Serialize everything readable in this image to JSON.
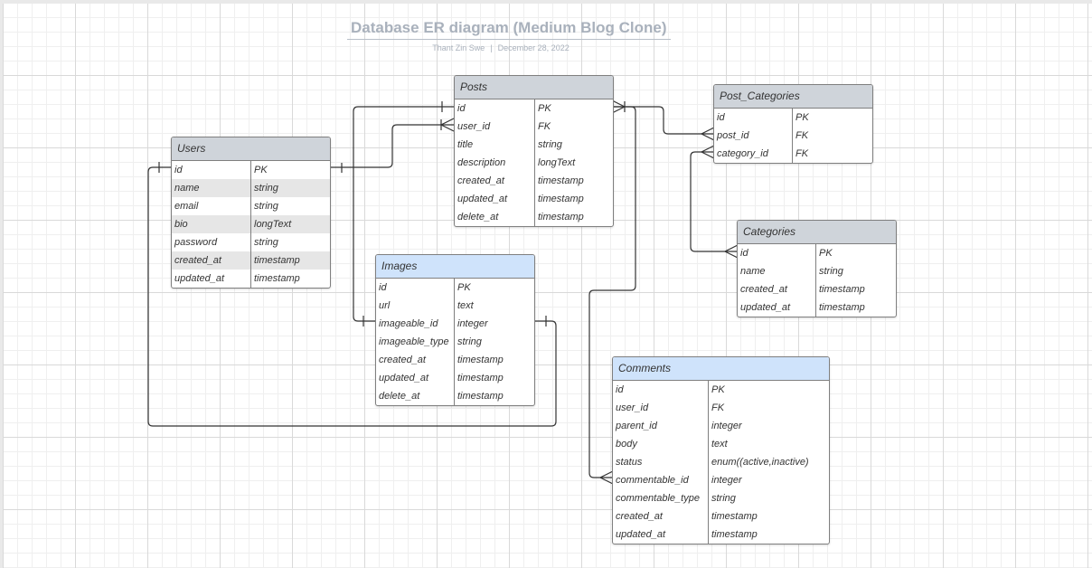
{
  "title": "Database ER diagram (Medium Blog Clone)",
  "author": "Thant Zin Swe",
  "date": "December 28, 2022",
  "entities": {
    "posts": {
      "name": "Posts",
      "rows": [
        [
          "id",
          "PK"
        ],
        [
          "user_id",
          "FK"
        ],
        [
          "title",
          "string"
        ],
        [
          "description",
          "longText"
        ],
        [
          "created_at",
          "timestamp"
        ],
        [
          "updated_at",
          "timestamp"
        ],
        [
          "delete_at",
          "timestamp"
        ]
      ]
    },
    "post_categories": {
      "name": "Post_Categories",
      "rows": [
        [
          "id",
          "PK"
        ],
        [
          "post_id",
          "FK"
        ],
        [
          "category_id",
          "FK"
        ]
      ]
    },
    "users": {
      "name": "Users",
      "rows": [
        [
          "id",
          "PK"
        ],
        [
          "name",
          "string"
        ],
        [
          "email",
          "string"
        ],
        [
          "bio",
          "longText"
        ],
        [
          "password",
          "string"
        ],
        [
          "created_at",
          "timestamp"
        ],
        [
          "updated_at",
          "timestamp"
        ]
      ]
    },
    "categories": {
      "name": "Categories",
      "rows": [
        [
          "id",
          "PK"
        ],
        [
          "name",
          "string"
        ],
        [
          "created_at",
          "timestamp"
        ],
        [
          "updated_at",
          "timestamp"
        ]
      ]
    },
    "images": {
      "name": "Images",
      "rows": [
        [
          "id",
          "PK"
        ],
        [
          "url",
          "text"
        ],
        [
          "imageable_id",
          "integer"
        ],
        [
          "imageable_type",
          "string"
        ],
        [
          "created_at",
          "timestamp"
        ],
        [
          "updated_at",
          "timestamp"
        ],
        [
          "delete_at",
          "timestamp"
        ]
      ]
    },
    "comments": {
      "name": "Comments",
      "rows": [
        [
          "id",
          "PK"
        ],
        [
          "user_id",
          "FK"
        ],
        [
          "parent_id",
          "integer"
        ],
        [
          "body",
          "text"
        ],
        [
          "status",
          "enum((active,inactive)"
        ],
        [
          "commentable_id",
          "integer"
        ],
        [
          "commentable_type",
          "string"
        ],
        [
          "created_at",
          "timestamp"
        ],
        [
          "updated_at",
          "timestamp"
        ]
      ]
    }
  },
  "colors": {
    "header_gray": "#cfd4da",
    "header_blue": "#cfe3fb",
    "border": "#7f7f7f",
    "line": "#333333",
    "alt_row": "#e6e6e6",
    "title": "#a9b1bc"
  }
}
